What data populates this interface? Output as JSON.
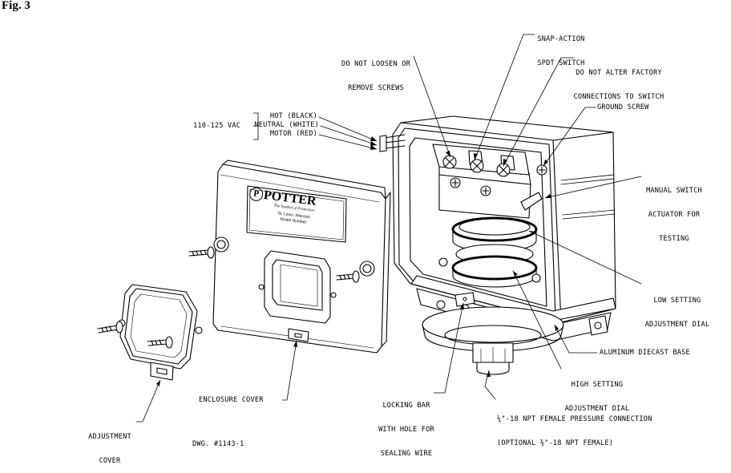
{
  "figure_label": "Fig. 3",
  "drawing_number": "DWG. #1143-1",
  "voltage_label": "110-125 VAC",
  "wires": [
    "HOT (BLACK)",
    "NEUTRAL (WHITE)",
    "MOTOR (RED)"
  ],
  "callouts": {
    "snap_action": [
      "SNAP-ACTION",
      "SPDT SWITCH"
    ],
    "do_not_loosen": [
      "DO NOT LOOSEN OR",
      "REMOVE SCREWS"
    ],
    "do_not_alter": [
      "DO NOT ALTER FACTORY",
      "CONNECTIONS TO SWITCH"
    ],
    "ground_screw": "GROUND SCREW",
    "manual_switch": [
      "MANUAL SWITCH",
      "ACTUATOR FOR",
      "TESTING"
    ],
    "low_setting": [
      "LOW SETTING",
      "ADJUSTMENT DIAL"
    ],
    "base": "ALUMINUM DIECAST BASE",
    "high_setting": [
      "HIGH SETTING",
      "ADJUSTMENT DIAL"
    ],
    "pressure_conn": [
      "¼\"-18 NPT FEMALE PRESSURE CONNECTION",
      "(OPTIONAL ⅜\"-18 NPT FEMALE)"
    ],
    "locking_bar": [
      "LOCKING BAR",
      "WITH HOLE FOR",
      "SEALING WIRE"
    ],
    "enclosure_cover": "ENCLOSURE COVER",
    "adjustment_cover": [
      "ADJUSTMENT",
      "COVER"
    ]
  },
  "nameplate": {
    "brand": "POTTER",
    "lines": [
      "The Symbol of Protection",
      "St. Louis, Missouri",
      "Model Number"
    ]
  }
}
